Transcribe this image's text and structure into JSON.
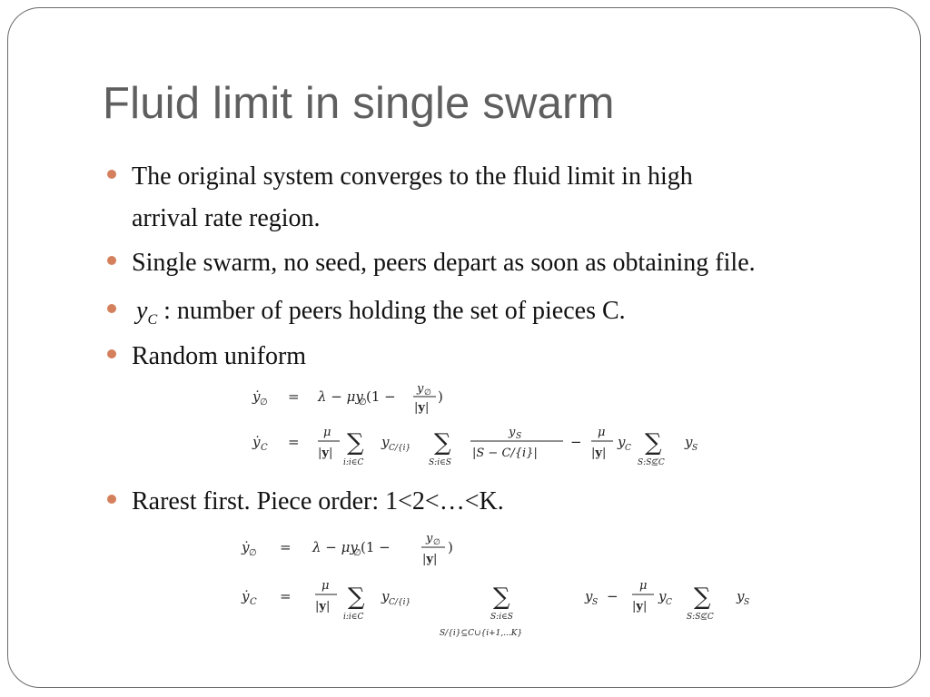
{
  "slide": {
    "title": "Fluid limit in single swarm",
    "bullets": [
      {
        "line1": "The original system converges to the fluid limit in high",
        "line2": "arrival rate region."
      },
      {
        "line1": "Single swarm, no seed, peers depart as soon as obtaining file."
      },
      {
        "symbol": "y",
        "symbol_sub": "C",
        "text": " : number of peers holding the set of pieces C."
      },
      {
        "line1": "Random uniform"
      },
      {
        "line1": "Rarest first. Piece order: 1<2<…<K."
      }
    ]
  },
  "colors": {
    "bullet": "#d5805c",
    "title": "#5f5f5f",
    "frame": "#6b6b6b"
  }
}
